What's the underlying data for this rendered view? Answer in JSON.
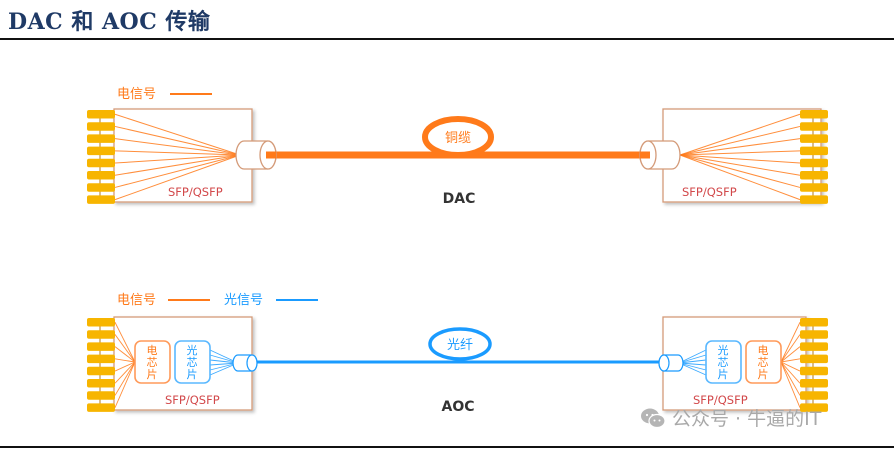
{
  "title": "DAC 和 AOC 传输",
  "colors": {
    "electrical": "#ff7a1a",
    "optical": "#1a9bff",
    "pin": "#f7b500",
    "module_border": "#d49a78",
    "module_label": "#d2484a",
    "title": "#1f3a66"
  },
  "dac": {
    "legend_electrical": "电信号",
    "cable_label": "铜缆",
    "name": "DAC",
    "left_module_label": "SFP/QSFP",
    "right_module_label": "SFP/QSFP",
    "pin_count": 8
  },
  "aoc": {
    "legend_electrical": "电信号",
    "legend_optical": "光信号",
    "cable_label": "光纤",
    "name": "AOC",
    "left_module_label": "SFP/QSFP",
    "right_module_label": "SFP/QSFP",
    "electrical_chip": "电芯片",
    "optical_chip": "光芯片",
    "pin_count": 8
  },
  "watermark": {
    "icon": "wechat-icon",
    "text": "公众号 · 牛逼的IT"
  }
}
